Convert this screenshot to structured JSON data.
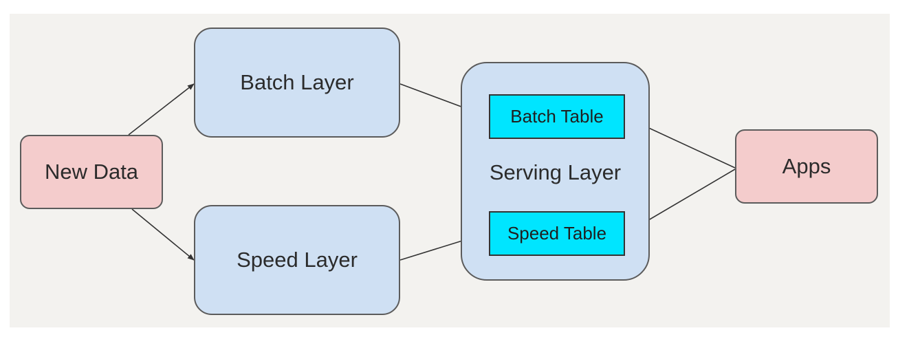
{
  "nodes": {
    "new_data": "New Data",
    "batch_layer": "Batch Layer",
    "speed_layer": "Speed Layer",
    "serving_layer": "Serving Layer",
    "batch_table": "Batch Table",
    "speed_table": "Speed Table",
    "apps": "Apps"
  },
  "colors": {
    "layer_fill": "#cfe0f3",
    "source_fill": "#f4cccc",
    "table_fill": "#00e5ff",
    "stroke": "#5b5b5b",
    "background": "#f3f2ef"
  }
}
